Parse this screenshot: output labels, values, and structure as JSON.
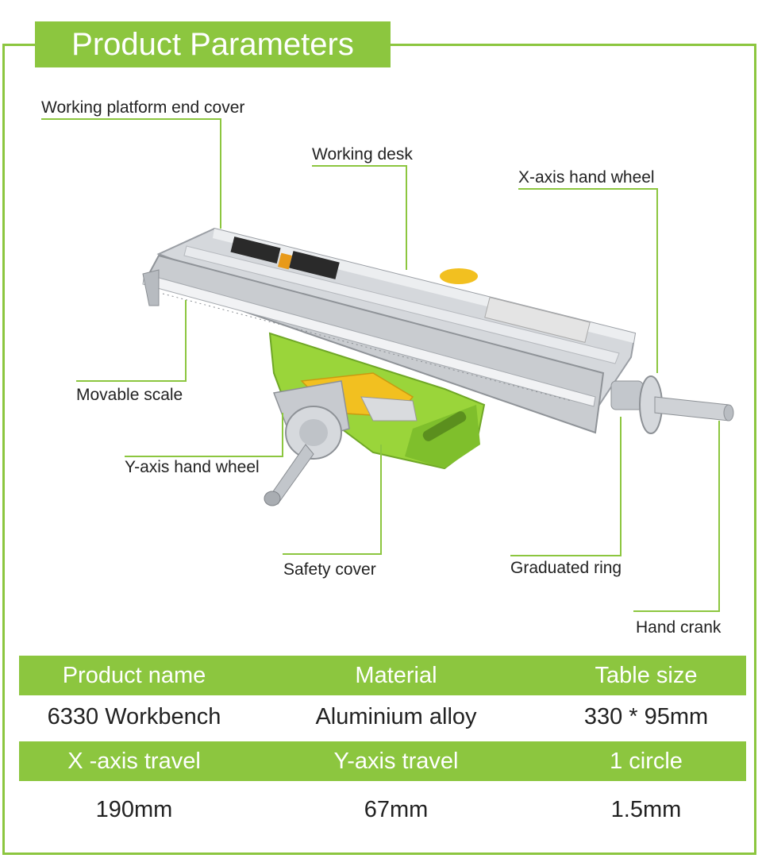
{
  "header": {
    "title": "Product Parameters"
  },
  "colors": {
    "accent": "#8cc63f",
    "text": "#222222",
    "aluminium": "#c9ccd0",
    "base_green": "#9ad53a",
    "yellow": "#f2c020"
  },
  "callouts": {
    "end_cover": "Working platform end cover",
    "working_desk": "Working desk",
    "x_wheel": "X-axis hand wheel",
    "movable_scale": "Movable scale",
    "y_wheel": "Y-axis hand wheel",
    "safety_cover": "Safety cover",
    "graduated_ring": "Graduated ring",
    "hand_crank": "Hand crank"
  },
  "specs": {
    "header_row_1": [
      "Product name",
      "Material",
      "Table size"
    ],
    "value_row_1": [
      "6330 Workbench",
      "Aluminium alloy",
      "330 * 95mm"
    ],
    "header_row_2": [
      "X -axis travel",
      "Y-axis travel",
      "1 circle"
    ],
    "value_row_2": [
      "190mm",
      "67mm",
      "1.5mm"
    ]
  }
}
